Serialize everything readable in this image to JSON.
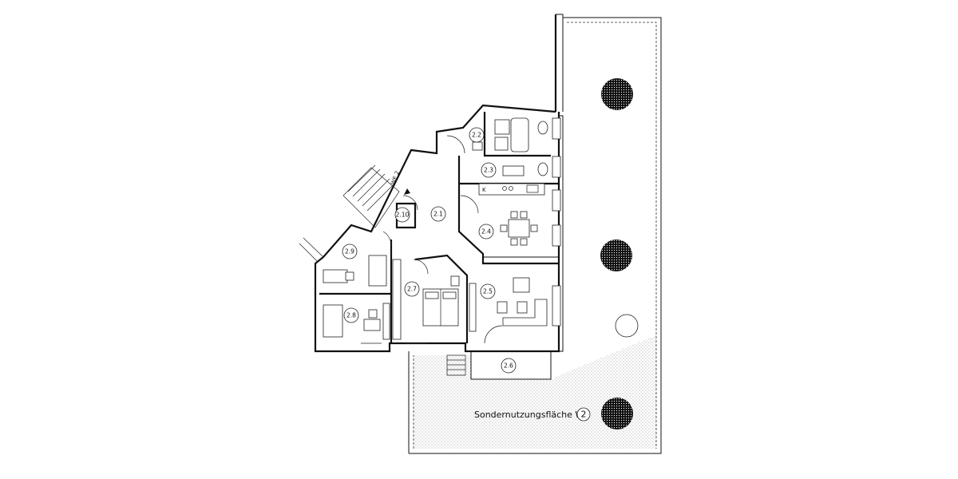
{
  "plan": {
    "rooms": [
      {
        "id": "r21",
        "label": "2.1"
      },
      {
        "id": "r22",
        "label": "2.2"
      },
      {
        "id": "r23",
        "label": "2.3"
      },
      {
        "id": "r24",
        "label": "2.4"
      },
      {
        "id": "r25",
        "label": "2.5"
      },
      {
        "id": "r26",
        "label": "2.6"
      },
      {
        "id": "r27",
        "label": "2.7"
      },
      {
        "id": "r28",
        "label": "2.8"
      },
      {
        "id": "r29",
        "label": "2.9"
      },
      {
        "id": "r210",
        "label": "2.10"
      }
    ],
    "entrance_label": "WE 2",
    "kitchen_mark": "K",
    "area_label": "Sondernutzungsfläche WE",
    "area_number": "2"
  }
}
